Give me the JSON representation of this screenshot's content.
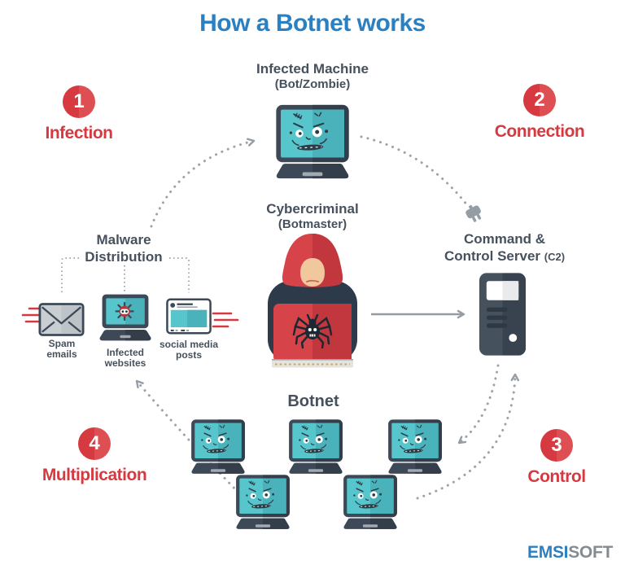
{
  "title": "How a Botnet works",
  "steps": [
    {
      "number": "1",
      "label": "Infection"
    },
    {
      "number": "2",
      "label": "Connection"
    },
    {
      "number": "3",
      "label": "Control"
    },
    {
      "number": "4",
      "label": "Multiplication"
    }
  ],
  "infected_machine": {
    "title": "Infected Machine",
    "subtitle": "(Bot/Zombie)"
  },
  "cybercriminal": {
    "title": "Cybercriminal",
    "subtitle": "(Botmaster)"
  },
  "c2_server": {
    "line1": "Command &",
    "line2": "Control Server",
    "suffix": "(C2)"
  },
  "malware_distribution": {
    "heading": "Malware\nDistribution",
    "items": [
      {
        "icon": "spam-email-icon",
        "label": "Spam\nemails"
      },
      {
        "icon": "infected-website-icon",
        "label": "Infected\nwebsites"
      },
      {
        "icon": "social-media-post-icon",
        "label": "social media\nposts"
      }
    ]
  },
  "botnet": {
    "title": "Botnet",
    "bot_count": 5
  },
  "logo": {
    "part1": "EMSI",
    "part2": "SOFT"
  },
  "colors": {
    "blue": "#2b80c2",
    "red": "#d63a40",
    "slate": "#3d4956",
    "teal": "#57c5cc",
    "teal_dark": "#49b2ba",
    "gray": "#98a0a7",
    "text": "#46515d"
  }
}
